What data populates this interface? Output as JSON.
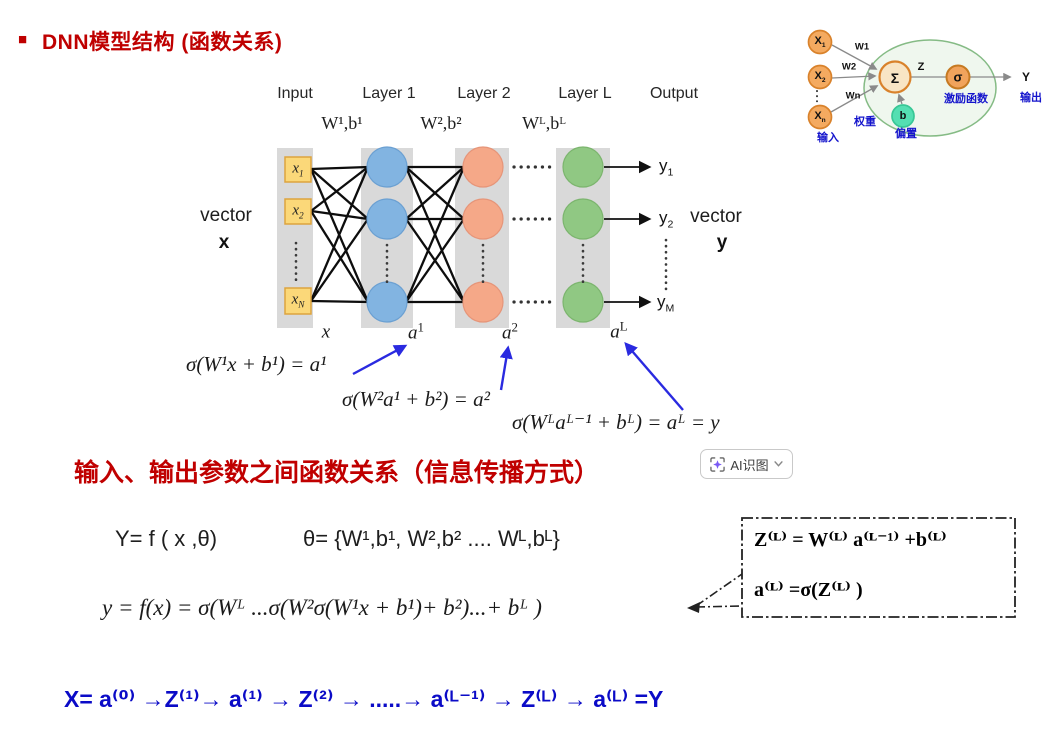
{
  "title": {
    "bullet": "■",
    "text": "DNN模型结构 (函数关系)"
  },
  "network": {
    "headers": [
      "Input",
      "Layer 1",
      "Layer 2",
      "Layer L",
      "Output"
    ],
    "weight_labels": [
      "W¹,b¹",
      "W²,b²",
      "Wᴸ,bᴸ"
    ],
    "inputs": [
      {
        "base": "x",
        "sub": "1"
      },
      {
        "base": "x",
        "sub": "2"
      },
      {
        "base": "x",
        "sub": "N"
      }
    ],
    "outputs": [
      {
        "base": "y",
        "sub": "1"
      },
      {
        "base": "y",
        "sub": "2"
      },
      {
        "base": "y",
        "sub": "M"
      }
    ],
    "vector_x": {
      "word": "vector",
      "sym": "x"
    },
    "vector_y": {
      "word": "vector",
      "sym": "y"
    },
    "bottom_labels": [
      {
        "base": "x",
        "sup": ""
      },
      {
        "base": "a",
        "sup": "1"
      },
      {
        "base": "a",
        "sup": "2"
      },
      {
        "base": "a",
        "sup": "L"
      }
    ]
  },
  "layer_formulas": [
    "σ(W¹x + b¹) = a¹",
    "σ(W²a¹ + b²) = a²",
    "σ(Wᴸaᴸ⁻¹ + bᴸ) = aᴸ = y"
  ],
  "red_heading": "输入、输出参数之间函数关系（信息传播方式）",
  "ai_button": {
    "label": "AI识图"
  },
  "theta_formula": {
    "left": "Y= f ( x ,θ)",
    "right": "θ= {W¹,b¹, W²,b² .... Wᴸ,bᴸ}"
  },
  "main_formula": "y = f(x) = σ(Wᴸ ...σ(W²σ(W¹x + b¹)+ b²)...+ bᴸ )",
  "callout_box": {
    "line1": "Z⁽ᴸ⁾ = W⁽ᴸ⁾ a⁽ᴸ⁻¹⁾ +b⁽ᴸ⁾",
    "line2": "a⁽ᴸ⁾ =σ(Z⁽ᴸ⁾ )"
  },
  "chain_formula": "X=  a⁽⁰⁾ →Z⁽¹⁾→ a⁽¹⁾ → Z⁽²⁾ → .....→ a⁽ᴸ⁻¹⁾ → Z⁽ᴸ⁾ → a⁽ᴸ⁾ =Y",
  "neuron_panel": {
    "nodes": [
      {
        "base": "X",
        "sub": "1"
      },
      {
        "base": "X",
        "sub": "2"
      },
      {
        "base": "X",
        "sub": "n"
      }
    ],
    "weights": [
      "W1",
      "W2",
      "Wn"
    ],
    "sum": "Σ",
    "z": "Z",
    "sigma": "σ",
    "bias": "b",
    "y": "Y",
    "labels": {
      "input": "输入",
      "weight": "权重",
      "bias": "偏置",
      "activation": "激励函数",
      "output": "输出"
    }
  },
  "colors": {
    "accent_red": "#c00000",
    "accent_blue": "#0b0bc7",
    "node_blue": "#82b4e1",
    "node_orange": "#f5a888",
    "node_green": "#90c883",
    "input_yellow": "#fbd879",
    "column_gray": "#d9d9d9",
    "arrow_blue": "#2a2ae0"
  }
}
